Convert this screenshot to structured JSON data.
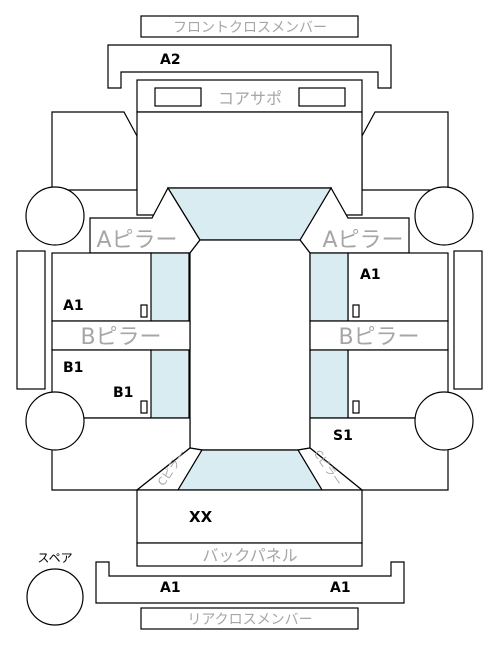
{
  "labels": {
    "front_cross_member": "フロントクロスメンバー",
    "core_support": "コアサポ",
    "a_pillar": "Aピラー",
    "b_pillar": "Bピラー",
    "back_panel": "バックパネル",
    "rear_cross_member": "リアクロスメンバー",
    "spare": "スペア",
    "c_pillar": "Cピラー"
  },
  "codes": {
    "front_cross_member_code": "A2",
    "a_pillar_right_lower": "A1",
    "a_pillar_left_lower": "A1",
    "b_pillar_left_upper": "B1",
    "b_pillar_left_lower": "B1",
    "rear_right_quarter": "S1",
    "trunk": "XX",
    "rear_cross_left": "A1",
    "rear_cross_right": "A1"
  },
  "colors": {
    "outline": "#000000",
    "glass": "#d8ecf2",
    "label_gray": "#a6a6a6",
    "code_text": "#000000"
  }
}
